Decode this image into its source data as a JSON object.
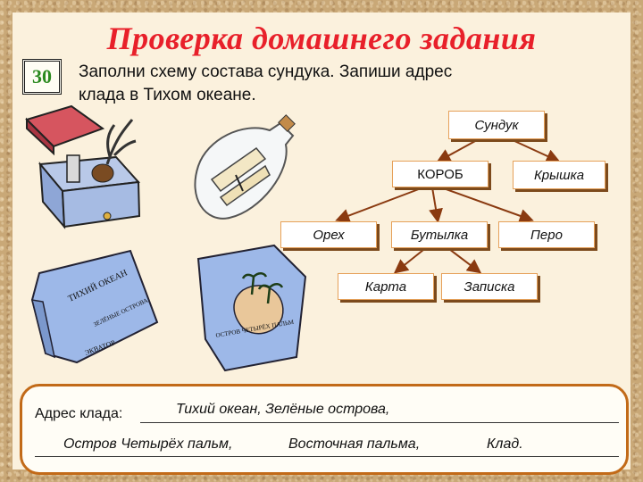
{
  "slide": {
    "title": "Проверка домашнего задания",
    "number": "30",
    "task_line1": "Заполни схему состава сундука. Запиши адрес",
    "task_line2": "клада в Тихом океане."
  },
  "scheme": {
    "root": "Сундук",
    "level1": [
      "КОРОБ",
      "Крышка"
    ],
    "level2": [
      "Орех",
      "Бутылка",
      "Перо"
    ],
    "level3": [
      "Карта",
      "Записка"
    ]
  },
  "answer": {
    "label": "Адрес клада:",
    "line1": "Тихий океан,  Зелёные острова,",
    "line2_a": "Остров Четырёх пальм,",
    "line2_b": "Восточная пальма,",
    "line2_c": "Клад."
  },
  "map_text": {
    "map1_ocean": "ТИХИЙ ОКЕАН",
    "map1_islands": "ЗЕЛЁНЫЕ ОСТРОВА",
    "map1_equator": "ЭКВАТОР",
    "map2_island": "ОСТРОВ ЧЕТЫРЁХ ПАЛЬМ"
  },
  "colors": {
    "title": "#e8202a",
    "badge_digits": "#2b8a1f",
    "node_border": "#e6a15a",
    "node_shadow": "#7c4a1c",
    "connectors": "#8a3a10",
    "answer_border": "#c26a18"
  }
}
